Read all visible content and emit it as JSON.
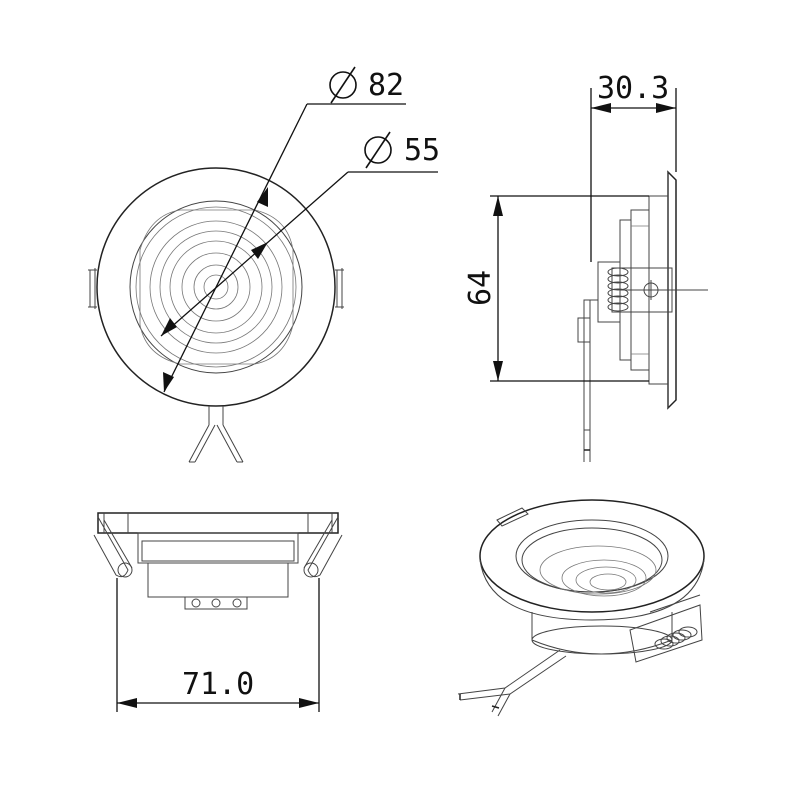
{
  "dimensions": {
    "outer_diameter": "82",
    "inner_diameter": "55",
    "depth": "30.3",
    "height": "64",
    "width": "71.0"
  },
  "views": [
    "top-view",
    "side-view",
    "front-view",
    "isometric-view"
  ]
}
